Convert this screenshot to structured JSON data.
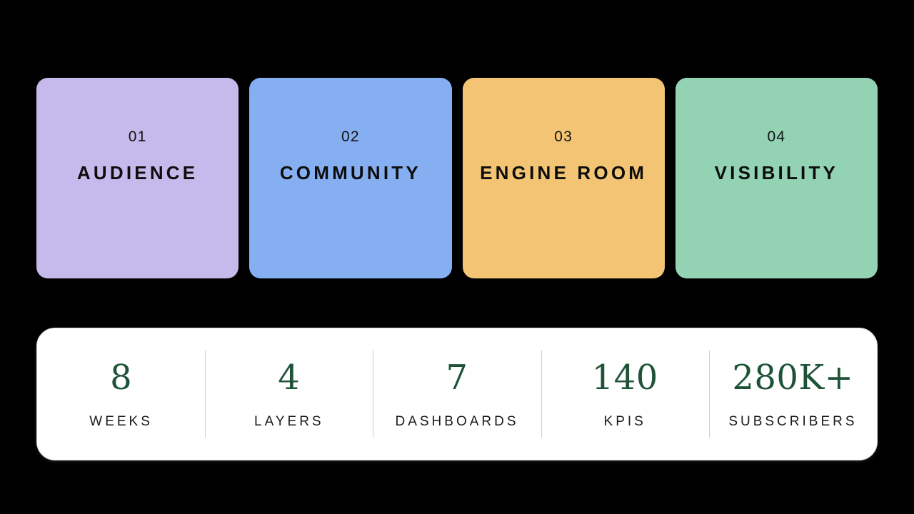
{
  "background_color": "#000000",
  "pillars": {
    "cards": [
      {
        "index": "01",
        "title": "AUDIENCE",
        "color": "#C6B9EC"
      },
      {
        "index": "02",
        "title": "COMMUNITY",
        "color": "#86AFF2"
      },
      {
        "index": "03",
        "title": "ENGINE ROOM",
        "color": "#F2C473"
      },
      {
        "index": "04",
        "title": "VISIBILITY",
        "color": "#93D3B4"
      }
    ]
  },
  "stats": {
    "card_background": "#FFFFFF",
    "value_color": "#1E5338",
    "label_color": "#1A1A1A",
    "divider_color": "#CFCFCF",
    "items": [
      {
        "value": "8",
        "label": "WEEKS"
      },
      {
        "value": "4",
        "label": "LAYERS"
      },
      {
        "value": "7",
        "label": "DASHBOARDS"
      },
      {
        "value": "140",
        "label": "KPIS"
      },
      {
        "value": "280K+",
        "label": "SUBSCRIBERS"
      }
    ]
  }
}
